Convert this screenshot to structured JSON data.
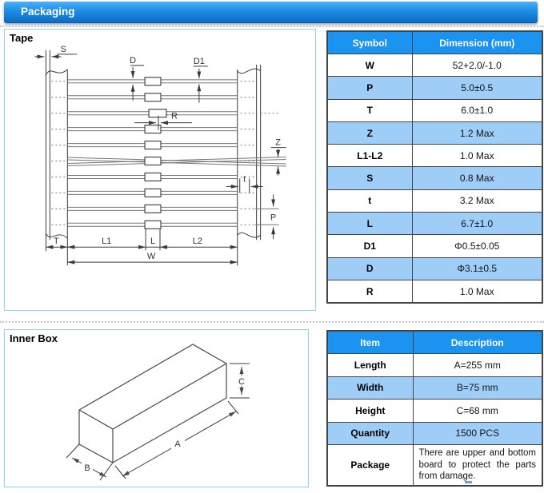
{
  "header": {
    "title": "Packaging"
  },
  "tape": {
    "title": "Tape",
    "labels": {
      "s": "S",
      "d": "D",
      "d1": "D1",
      "r": "R",
      "z": "Z",
      "t_small": "t",
      "p": "P",
      "t_cap": "T",
      "l1": "L1",
      "l": "L",
      "l2": "L2",
      "w": "W"
    }
  },
  "symbol_table": {
    "headers": [
      "Symbol",
      "Dimension (mm)"
    ],
    "rows": [
      [
        "W",
        "52+2.0/-1.0"
      ],
      [
        "P",
        "5.0±0.5"
      ],
      [
        "T",
        "6.0±1.0"
      ],
      [
        "Z",
        "1.2 Max"
      ],
      [
        "L1-L2",
        "1.0 Max"
      ],
      [
        "S",
        "0.8 Max"
      ],
      [
        "t",
        "3.2 Max"
      ],
      [
        "L",
        "6.7±1.0"
      ],
      [
        "D1",
        "Φ0.5±0.05"
      ],
      [
        "D",
        "Φ3.1±0.5"
      ],
      [
        "R",
        "1.0 Max"
      ]
    ]
  },
  "inner_box": {
    "title": "Inner Box",
    "labels": {
      "a": "A",
      "b": "B",
      "c": "C"
    }
  },
  "item_table": {
    "headers": [
      "Item",
      "Description"
    ],
    "rows": [
      [
        "Length",
        "A=255 mm"
      ],
      [
        "Width",
        "B=75 mm"
      ],
      [
        "Height",
        "C=68 mm"
      ],
      [
        "Quantity",
        "1500 PCS"
      ],
      [
        "Package",
        "There are upper and bottom board to protect the parts from damage."
      ]
    ]
  },
  "colors": {
    "header_gradient_top": "#4db0f5",
    "header_gradient_bottom": "#0b6cc4",
    "table_header_bg": "#1b93f0",
    "row_alt_bg": "#9ecdf8",
    "panel_border": "#8fd2f3"
  }
}
